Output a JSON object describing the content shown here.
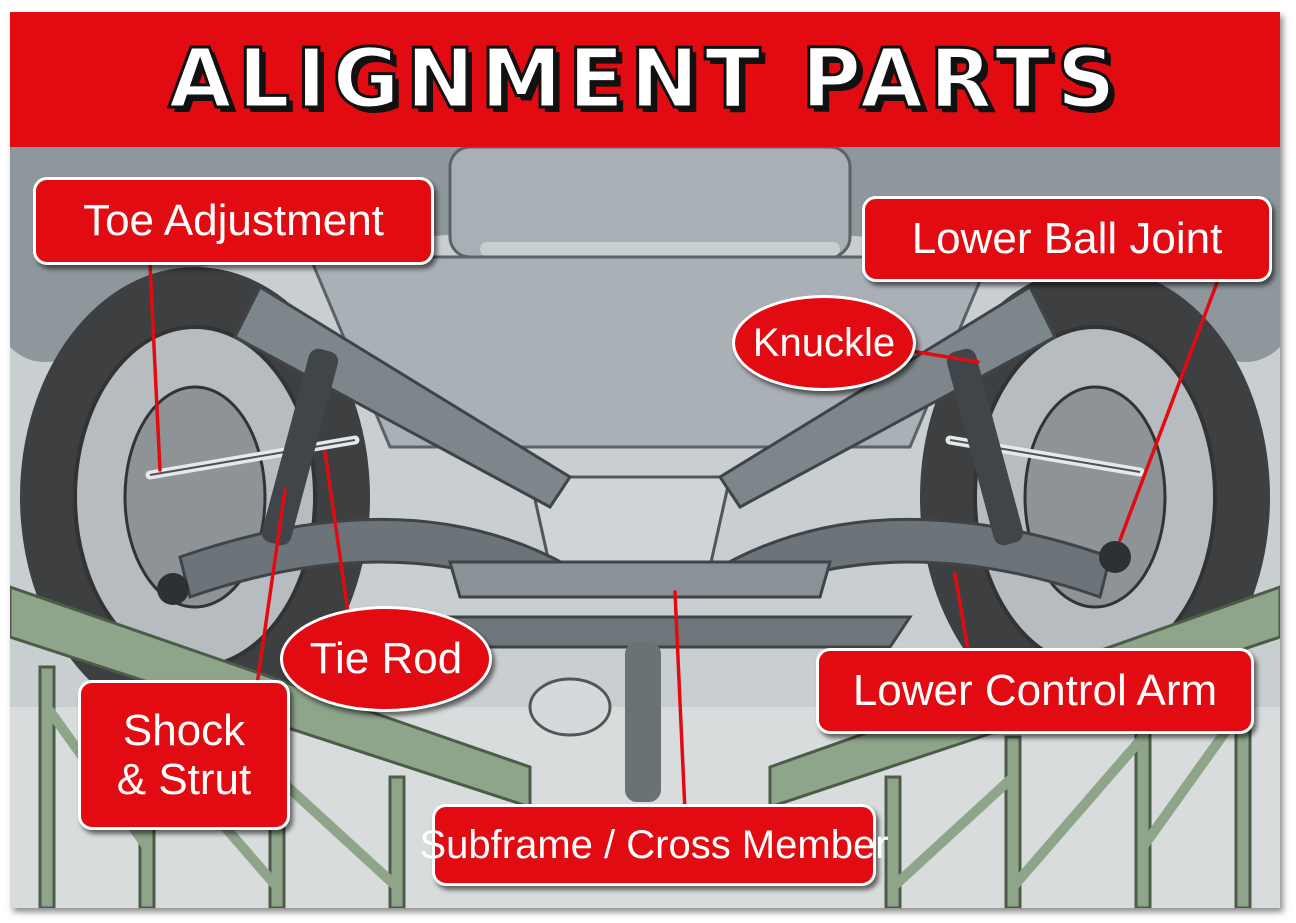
{
  "title": "ALIGNMENT PARTS",
  "labels": {
    "toe_adjustment": "Toe Adjustment",
    "lower_ball_joint": "Lower Ball Joint",
    "knuckle": "Knuckle",
    "tie_rod": "Tie Rod",
    "shock_line1": "Shock",
    "shock_line2": "& Strut",
    "lower_control_arm": "Lower Control Arm",
    "subframe": "Subframe / Cross Member"
  },
  "colors": {
    "label_red": "#e30b12",
    "title_red": "#e30b12",
    "label_text": "#ffffff",
    "leader_line": "#e30b12",
    "lift_green": "#8ea58a",
    "chassis_gray": "#9fa6ab"
  }
}
